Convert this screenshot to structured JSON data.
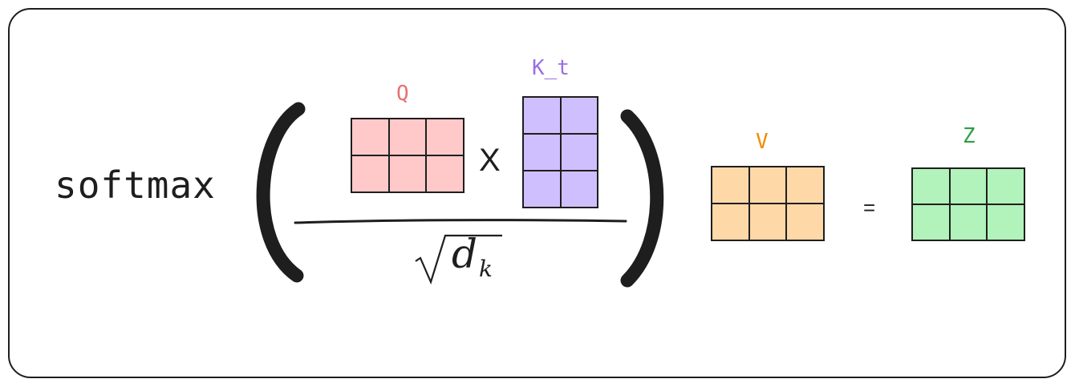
{
  "formula": {
    "function_name": "softmax",
    "operator_times": "X",
    "operator_equals": "=",
    "denominator": {
      "base": "d",
      "subscript": "k"
    }
  },
  "matrices": {
    "q": {
      "label": "Q",
      "rows": 2,
      "cols": 3,
      "label_color": "#e87171",
      "fill": "#ffc9c9"
    },
    "k": {
      "label": "K_t",
      "rows": 3,
      "cols": 2,
      "label_color": "#9a6fe6",
      "fill": "#d0bfff"
    },
    "v": {
      "label": "V",
      "rows": 2,
      "cols": 3,
      "label_color": "#f08c00",
      "fill": "#ffd8a8"
    },
    "z": {
      "label": "Z",
      "rows": 2,
      "cols": 3,
      "label_color": "#2f9e44",
      "fill": "#b2f2bb"
    }
  },
  "colors": {
    "stroke": "#1e1e1e",
    "background": "#ffffff"
  }
}
